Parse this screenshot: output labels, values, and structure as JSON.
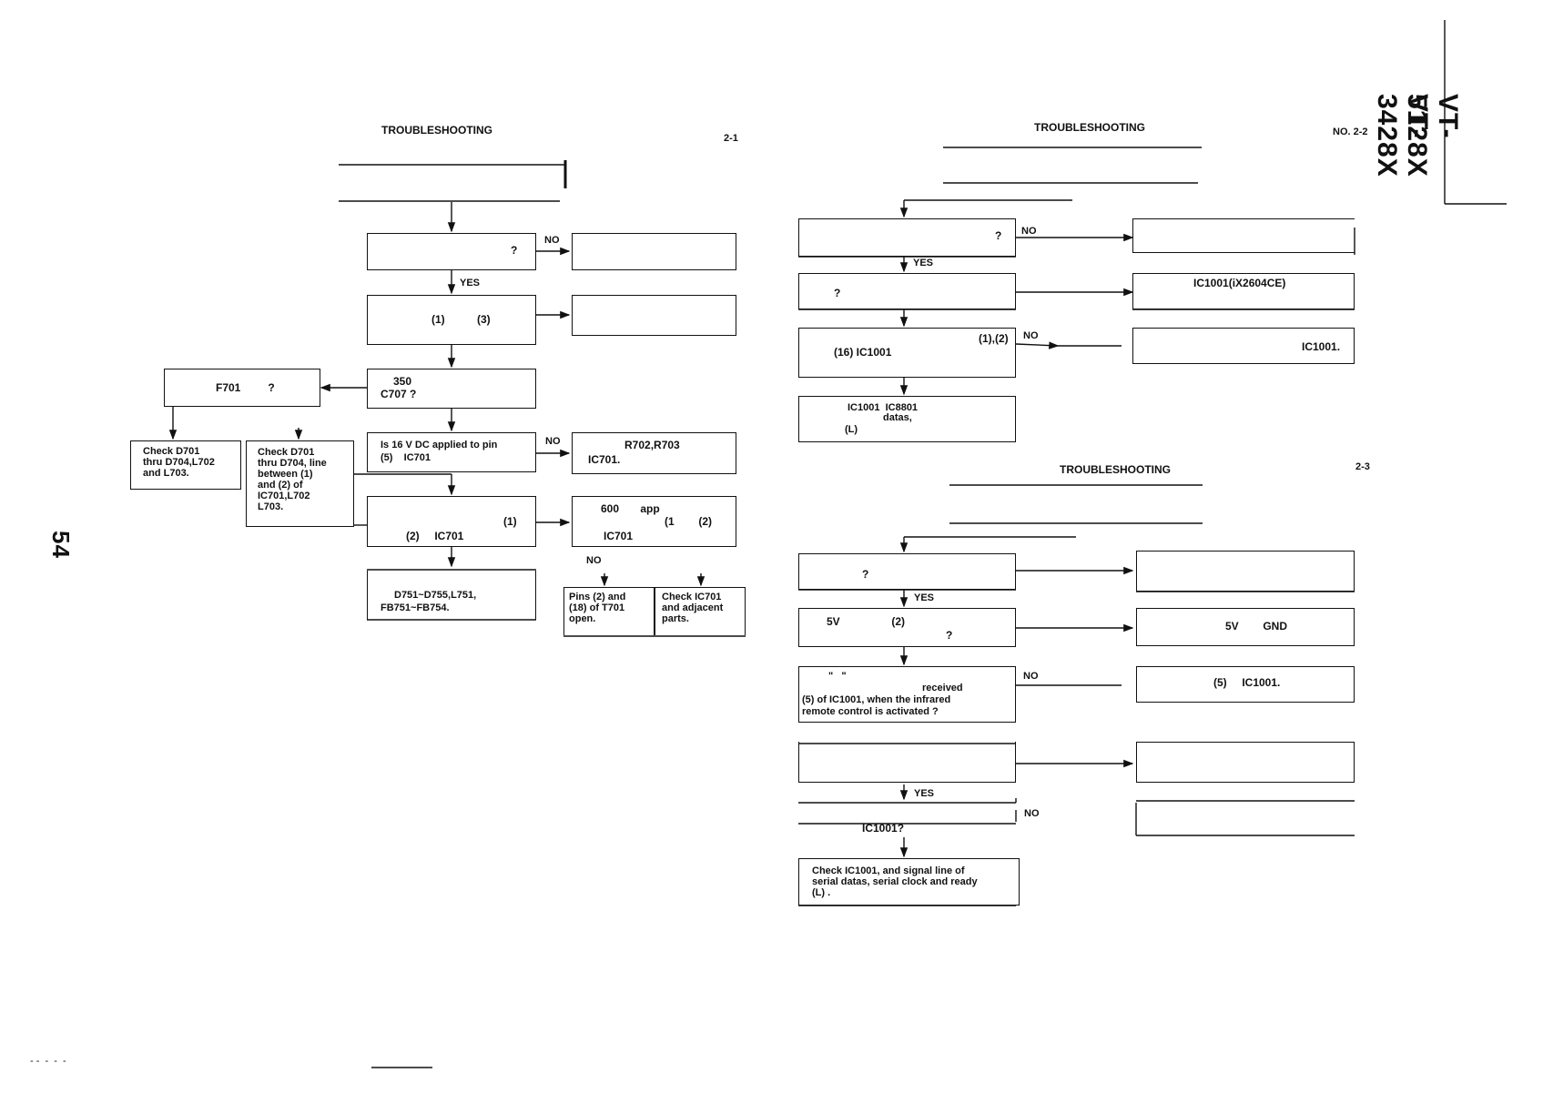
{
  "header": {
    "left_title": "TROUBLESHOOTING",
    "left_no": "2-1",
    "right_title": "TROUBLESHOOTING",
    "right_no": "NO. 2-2",
    "lower_title": "TROUBLESHOOTING",
    "lower_no": "2-3"
  },
  "side": {
    "model_a": "VT-3428X",
    "model_b": "VT-5128X",
    "page": "54"
  },
  "chart1": {
    "q1": "?",
    "no1": "NO",
    "yes1": "YES",
    "q2a": "(1)",
    "q2b": "(3)",
    "q3a": "350",
    "q3b": "C707 ?",
    "fuse": "F701         ?",
    "check_a": "Check D701\nthru D704,L702\nand L703.",
    "check_b": "Check D701\nthru D704, line\nbetween (1)\nand (2) of\nIC701,L702\nL703.",
    "q4a": "Is 16 V DC applied to pin",
    "q4b": "(5)    IC701",
    "no4": "NO",
    "r4a": "R702,R703",
    "r4b": "IC701.",
    "q5a": "(1)",
    "q5b": "(2)     IC701",
    "r5a": "600       app",
    "r5b": "(1        (2)",
    "r5c": "IC701",
    "no5": "NO",
    "d751a": "D751~D755,L751,",
    "d751b": "FB751~FB754.",
    "pins": "Pins (2) and\n(18) of T701\nopen.",
    "check_ic": "Check IC701\nand adjacent\nparts."
  },
  "chart2": {
    "q1": "?",
    "no1": "NO",
    "yes1": "YES",
    "q2": "?",
    "r2": "IC1001(iX2604CE)",
    "q3a": "(1),(2)",
    "q3b": "(16) IC1001",
    "no3": "NO",
    "r3": "IC1001.",
    "c1": "IC1001  IC8801",
    "c2": "datas,",
    "c3": "(L)"
  },
  "chart3": {
    "q1": "?",
    "yes1": "YES",
    "q2a": "5V                 (2)",
    "q2b": "?",
    "r2": "5V        GND",
    "q3a": "\"   \"",
    "q3b": "received",
    "q3c": "(5) of IC1001, when the infrared",
    "q3d": "remote control is activated ?",
    "no3": "NO",
    "r3": "(5)     IC1001.",
    "yes4": "YES",
    "q5": "IC1001?",
    "no5": "NO",
    "final": "Check IC1001, and signal line of\nserial datas, serial clock and ready\n(L) ."
  },
  "footer": {
    "dashes": "- -  -  -  -"
  }
}
